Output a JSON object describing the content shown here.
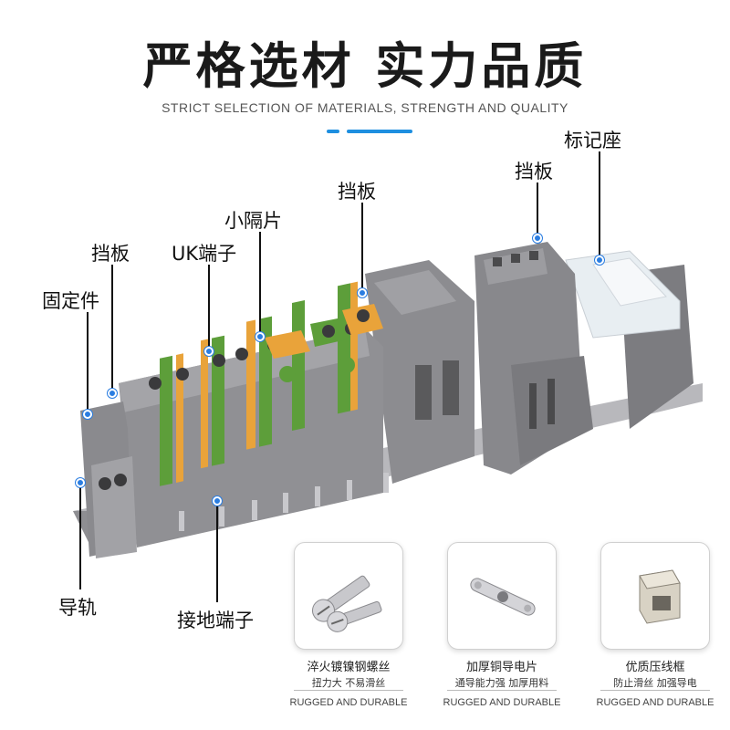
{
  "header": {
    "title": "严格选材 实力品质",
    "subtitle": "STRICT SELECTION OF MATERIALS, STRENGTH AND QUALITY"
  },
  "callouts": {
    "fixing_part": "固定件",
    "baffle_left": "挡板",
    "uk_terminal": "UK端子",
    "small_partition": "小隔片",
    "baffle_middle": "挡板",
    "baffle_right": "挡板",
    "marker_seat": "标记座",
    "guide_rail": "导轨",
    "ground_terminal": "接地端子"
  },
  "cards": [
    {
      "title": "淬火镀镍钢螺丝",
      "subtitle": "扭力大 不易滑丝",
      "footer": "RUGGED AND DURABLE"
    },
    {
      "title": "加厚铜导电片",
      "subtitle": "通导能力强 加厚用料",
      "footer": "RUGGED AND DURABLE"
    },
    {
      "title": "优质压线框",
      "subtitle": "防止滑丝 加强导电",
      "footer": "RUGGED AND DURABLE"
    }
  ],
  "colors": {
    "accent": "#1e8fe0",
    "dot": "#2a7de1",
    "terminal_gray": "#8a8a8c",
    "terminal_green": "#5d9e3a",
    "terminal_orange": "#e9a33a"
  }
}
